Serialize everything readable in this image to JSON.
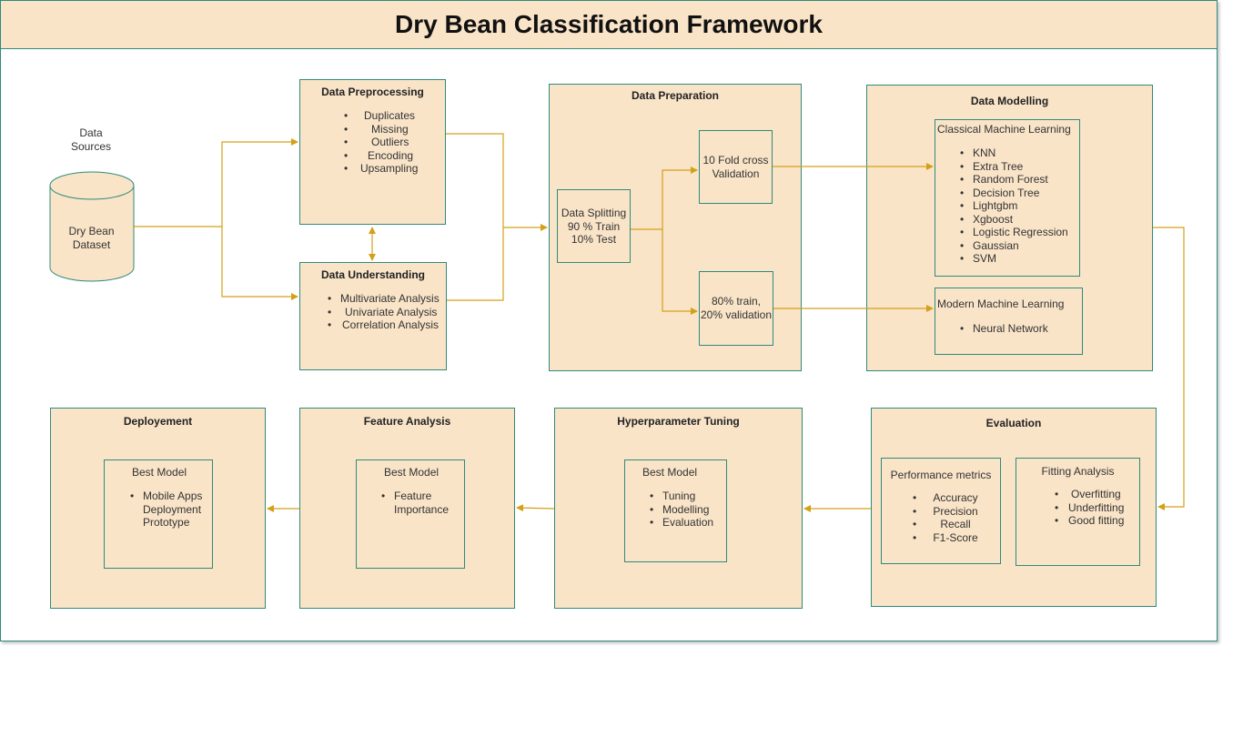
{
  "title": "Dry Bean Classification Framework",
  "sources": {
    "label": "Data Sources",
    "dataset": "Dry Bean Dataset"
  },
  "preprocessing": {
    "heading": "Data Preprocessing",
    "items": [
      "Duplicates",
      "Missing",
      "Outliers",
      "Encoding",
      "Upsampling"
    ]
  },
  "understanding": {
    "heading": "Data Understanding",
    "items": [
      "Multivariate Analysis",
      "Univariate Analysis",
      "Correlation Analysis"
    ]
  },
  "preparation": {
    "heading": "Data Preparation",
    "splitting": [
      "Data Splitting",
      "90 % Train",
      "10% Test"
    ],
    "cv": [
      "10 Fold cross",
      "Validation"
    ],
    "holdout": [
      "80% train,",
      "20% validation"
    ]
  },
  "modelling": {
    "heading": "Data Modelling",
    "classical": {
      "heading": "Classical Machine Learning",
      "items": [
        "KNN",
        "Extra Tree",
        "Random Forest",
        "Decision Tree",
        "Lightgbm",
        "Xgboost",
        "Logistic Regression",
        "Gaussian",
        "SVM"
      ]
    },
    "modern": {
      "heading": "Modern Machine Learning",
      "items": [
        "Neural Network"
      ]
    }
  },
  "evaluation": {
    "heading": "Evaluation",
    "metrics": {
      "heading": "Performance metrics",
      "items": [
        "Accuracy",
        "Precision",
        "Recall",
        "F1-Score"
      ]
    },
    "fitting": {
      "heading": "Fitting Analysis",
      "items": [
        "Overfitting",
        "Underfitting",
        "Good fitting"
      ]
    }
  },
  "tuning": {
    "heading": "Hyperparameter Tuning",
    "sub_heading": "Best Model",
    "items": [
      "Tuning",
      "Modelling",
      "Evaluation"
    ]
  },
  "feature": {
    "heading": "Feature Analysis",
    "sub_heading": "Best Model",
    "items": [
      "Feature Importance"
    ]
  },
  "deployment": {
    "heading": "Deployement",
    "sub_heading": "Best Model",
    "items": [
      "Mobile Apps Deployment Prototype"
    ]
  },
  "colors": {
    "box_fill": "#f9e4c8",
    "box_border": "#2e8b7a",
    "arrow": "#d4a017"
  }
}
